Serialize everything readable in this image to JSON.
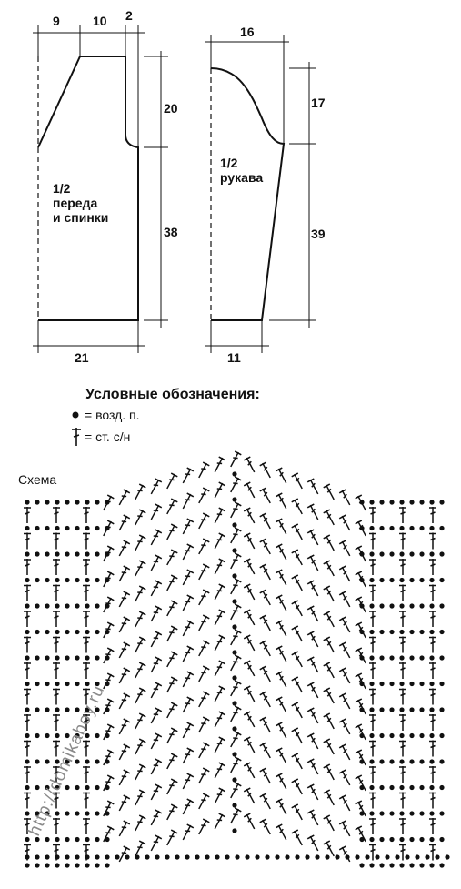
{
  "front_back": {
    "dim_top_1": "9",
    "dim_top_2": "10",
    "dim_top_3": "2",
    "dim_right_1": "20",
    "dim_right_2": "38",
    "dim_bottom": "21",
    "label_line1": "1/2",
    "label_line2": "переда",
    "label_line3": "и спинки"
  },
  "sleeve": {
    "dim_top": "16",
    "dim_right_1": "17",
    "dim_right_2": "39",
    "dim_bottom": "11",
    "label_line1": "1/2",
    "label_line2": "рукава"
  },
  "legend": {
    "title": "Условные обозначения:",
    "chain": "= возд. п.",
    "dc": "= ст. с/н"
  },
  "scheme": {
    "title": "Схема",
    "watermark": "http://domikaboy.ru"
  },
  "colors": {
    "ink": "#111111",
    "watermark": "#8a8a8a"
  }
}
